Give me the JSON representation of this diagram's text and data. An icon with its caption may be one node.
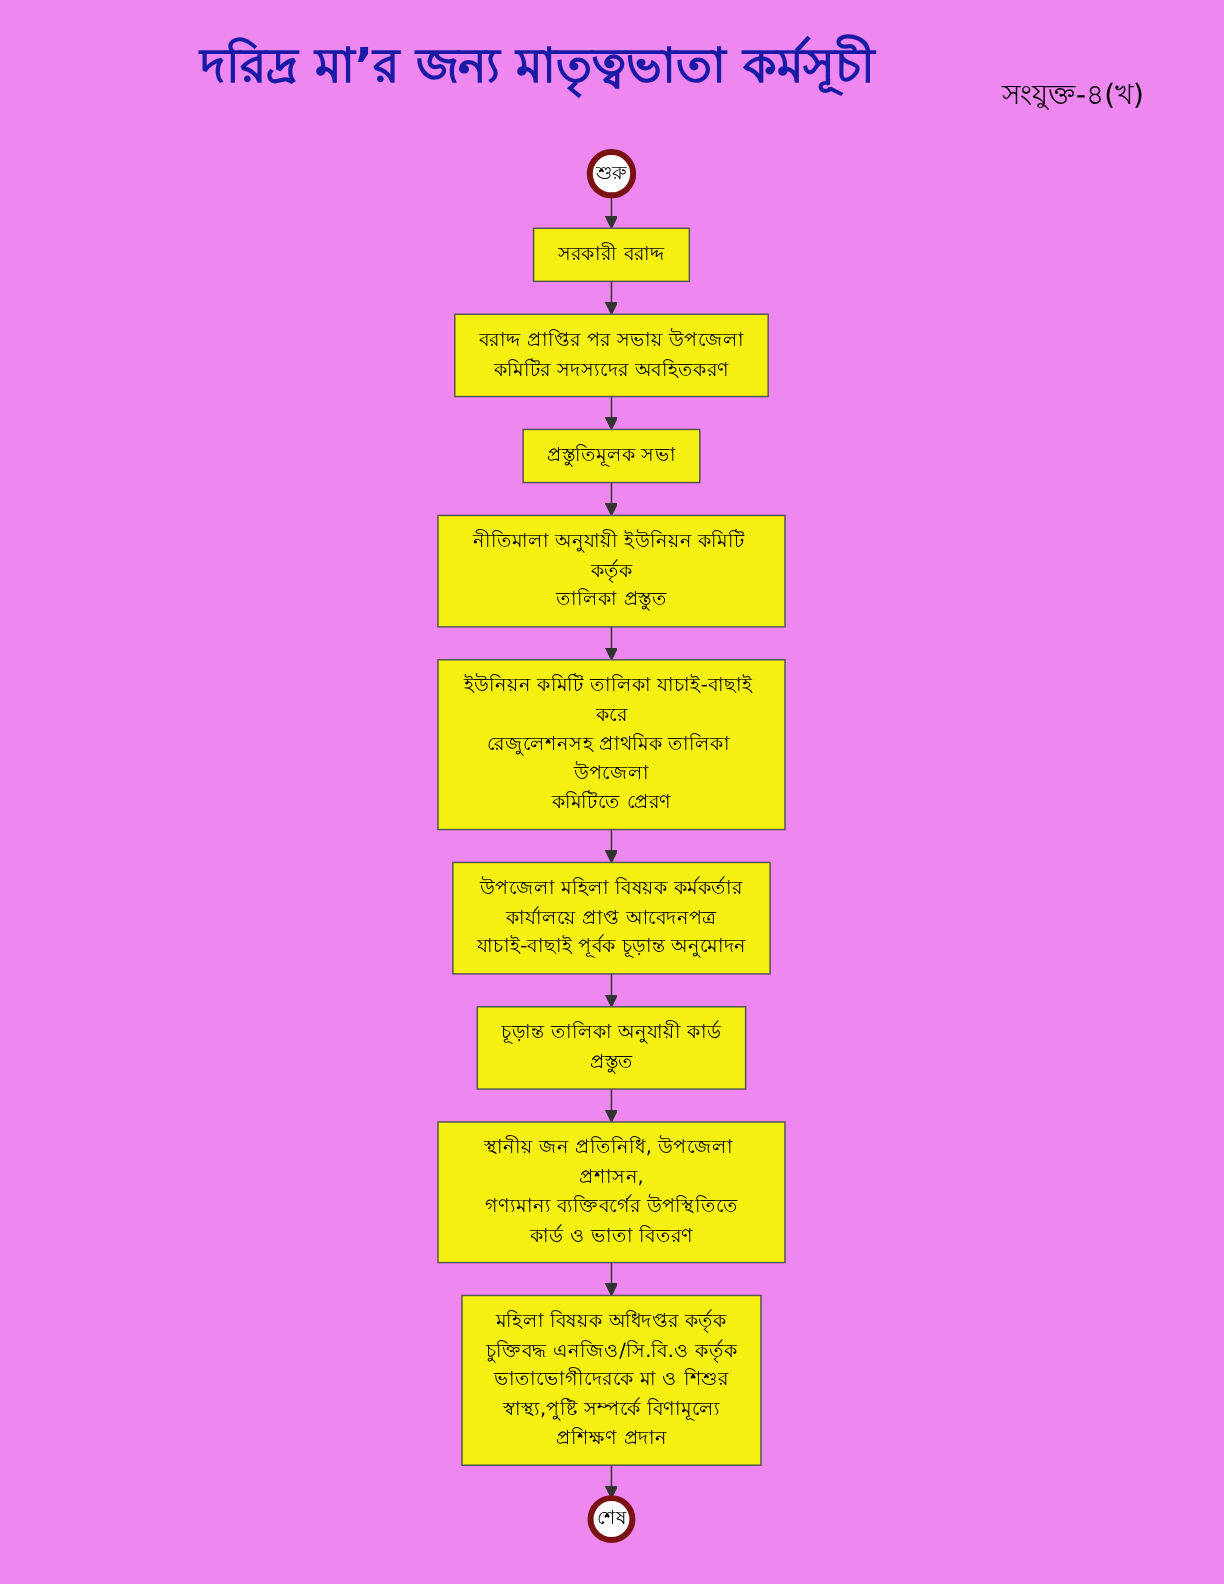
{
  "diagram": {
    "title": "দরিদ্র মা’র জন্য মাতৃত্বভাতা কর্মসূচী",
    "nodes": [
      {
        "text": [
          "শেষ"
        ]
      },
      {
        "text": [
          "শুরু"
        ]
      },
      {
        "text": [
          "সরকারী বরাদ্দ"
        ]
      },
      {
        "text": [
          "বরাদ্দ প্রাপ্তির পর সভায় উপজেলা কমিটির সদস্যদের অবহিতকরণ"
        ]
      },
      {
        "text": [
          "প্রস্তুতিমূলক সভা"
        ]
      },
      {
        "text": [
          "নীতিমালা অনুযায়ী ইউনিয়ন কমিটি কর্তৃক তালিকা প্রস্তুত"
        ]
      },
      {
        "text": [
          "ইউনিয়ন কমিটি তালিকা যাচাই-বাছাই করে রেজুলেশনসহ প্রাথমিক তালিকা উপজেলা কমিটিতে প্রেরণ"
        ]
      },
      {
        "text": [
          "উপজেলা মহিলা বিষয়ক কর্মকর্তার কার্যালয়ে প্রাপ্ত আবেদনপত্র যাচাই-বাছাই পূর্বক চূড়ান্ত অনুমোদন"
        ]
      },
      {
        "text": [
          "চূড়ান্ত তালিকা অনুযায়ী কার্ড প্রস্তুত"
        ]
      },
      {
        "text": [
          "স্থানীয় জন প্রতিনিধি, উপজেলা প্রশাসন, গণ্যমান্য ব্যক্তিবর্গের উপস্থিতিতে কার্ড ও ভাতা বিতরণ"
        ]
      },
      {
        "text": [
          "মহিলা বিষয়ক অধিদপ্তর কর্তৃক চুক্তিবদ্ধ এনজিও/সি.বি.ও কর্তৃক ভাতাভোগীদেরকে মা ও শিশুর স্বাস্থ্য,পুষ্টি সম্পর্কে বিণামূল্যে প্রশিক্ষণ প্রদান"
        ]
      }
    ],
    "edges": [
      {
        "from": 1,
        "to": 2,
        "arrow": "to"
      },
      {
        "from": 2,
        "to": 3,
        "arrow": "to"
      },
      {
        "from": 3,
        "to": 4,
        "arrow": "to"
      },
      {
        "from": 4,
        "to": 5,
        "arrow": "to"
      },
      {
        "from": 5,
        "to": 6,
        "arrow": "to"
      },
      {
        "from": 6,
        "to": 7,
        "arrow": "to"
      },
      {
        "from": 7,
        "to": 8,
        "arrow": "to"
      },
      {
        "from": 8,
        "to": 9,
        "arrow": "to"
      },
      {
        "from": 9,
        "to": 10,
        "arrow": "to"
      },
      {
        "from": 10,
        "to": 0,
        "arrow": "to"
      }
    ],
    "labels": [
      "সংযুক্ত-৪(খ)"
    ]
  }
}
